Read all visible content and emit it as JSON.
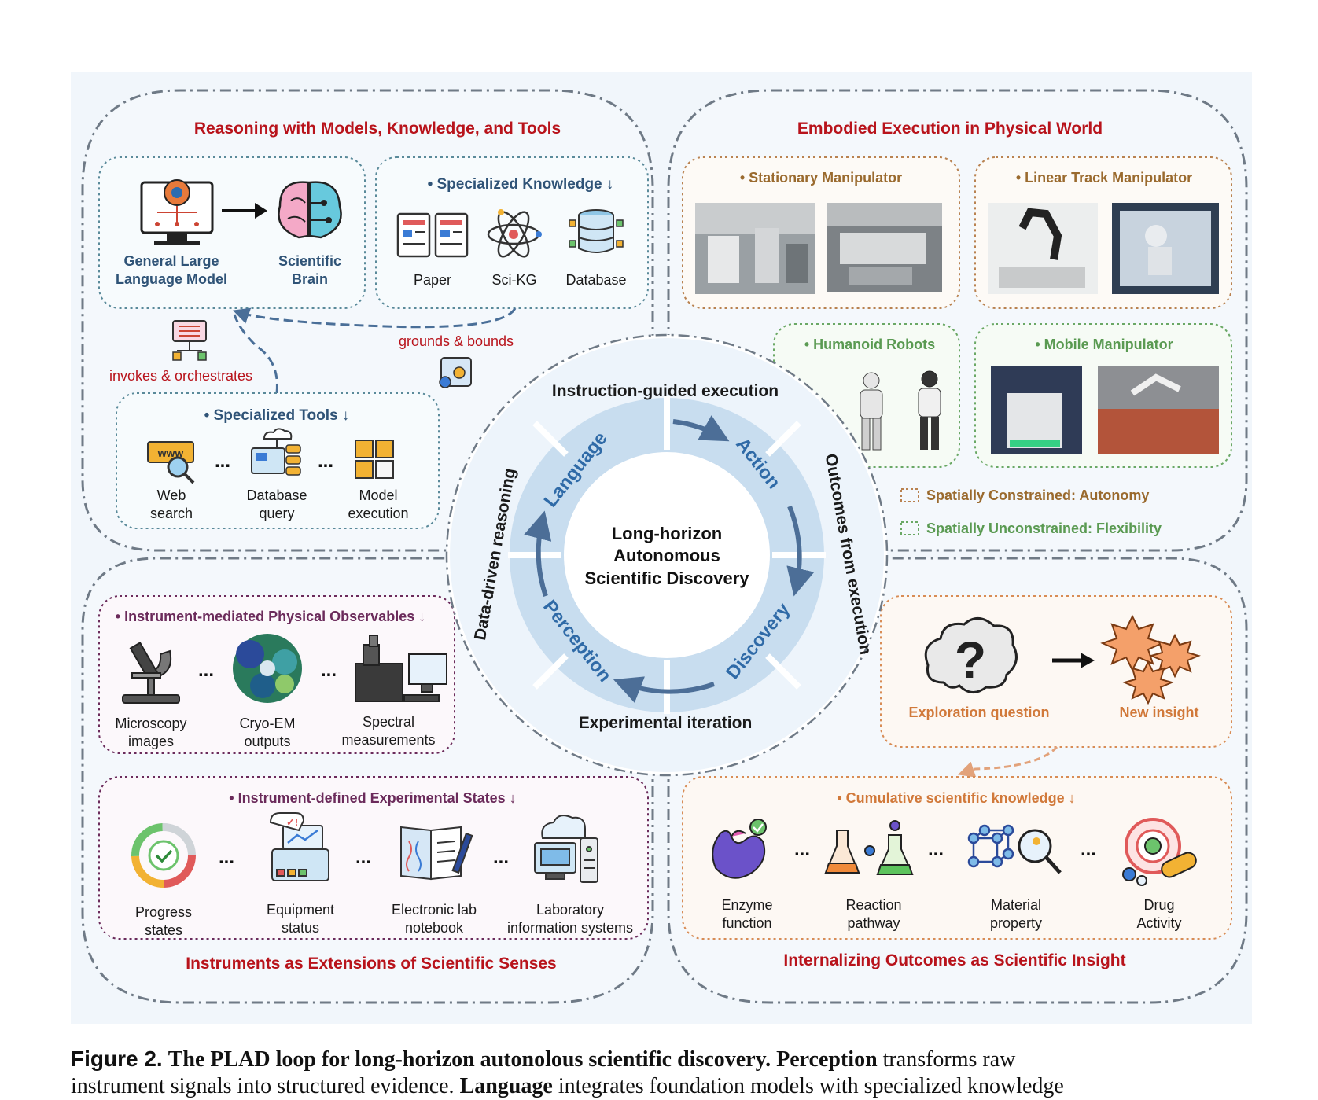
{
  "quadrants": {
    "tl_title": "Reasoning with Models, Knowledge, and Tools",
    "tr_title": "Embodied Execution in Physical World",
    "bl_title": "Instruments as Extensions of Scientific Senses",
    "br_title": "Internalizing Outcomes as Scientific Insight"
  },
  "reasoning": {
    "llm_label_1": "General Large",
    "llm_label_2": "Language Model",
    "brain_label_1": "Scientific",
    "brain_label_2": "Brain",
    "knowledge_title": "• Specialized Knowledge ↓",
    "knowledge_items": [
      "Paper",
      "Sci-KG",
      "Database"
    ],
    "grounds": "grounds & bounds",
    "invokes": "invokes & orchestrates",
    "tools_title": "• Specialized Tools ↓",
    "tool_web": [
      "Web",
      "search"
    ],
    "tool_db": [
      "Database",
      "query"
    ],
    "tool_model": [
      "Model",
      "execution"
    ],
    "ellipsis": "..."
  },
  "embodied": {
    "stationary": "• Stationary Manipulator",
    "linear": "• Linear Track Manipulator",
    "humanoid": "• Humanoid Robots",
    "mobile": "• Mobile Manipulator",
    "legend_constrained": "Spatially Constrained: Autonomy",
    "legend_unconstrained": "Spatially Unconstrained: Flexibility"
  },
  "instruments": {
    "observables_title": "• Instrument-mediated Physical Observables ↓",
    "obs_micro": [
      "Microscopy",
      "images"
    ],
    "obs_cryo": [
      "Cryo-EM",
      "outputs"
    ],
    "obs_spectral": [
      "Spectral",
      "measurements"
    ],
    "states_title": "• Instrument-defined Experimental States ↓",
    "state_progress": [
      "Progress",
      "states"
    ],
    "state_equipment": [
      "Equipment",
      "status"
    ],
    "state_eln": [
      "Electronic lab",
      "notebook"
    ],
    "state_lims": [
      "Laboratory",
      "information systems"
    ]
  },
  "insight": {
    "exploration": "Exploration question",
    "new_insight": "New insight",
    "cumulative_title": "• Cumulative scientific knowledge ↓",
    "k_enzyme": [
      "Enzyme",
      "function"
    ],
    "k_reaction": [
      "Reaction",
      "pathway"
    ],
    "k_material": [
      "Material",
      "property"
    ],
    "k_drug": [
      "Drug",
      "Activity"
    ]
  },
  "center": {
    "line1": "Long-horizon",
    "line2": "Autonomous",
    "line3": "Scientific Discovery",
    "inner_language": "Language",
    "inner_action": "Action",
    "inner_discovery": "Discovery",
    "inner_perception": "Perception",
    "outer_top": "Instruction-guided execution",
    "outer_right": "Outcomes from execution",
    "outer_bottom": "Experimental iteration",
    "outer_left": "Data-driven reasoning"
  },
  "caption": {
    "label": "Figure 2.",
    "title": "The PLAD loop for long-horizon autonolous scientific discovery.",
    "b1": "Perception",
    "t1": " transforms raw",
    "t2": "instrument signals into structured evidence. ",
    "b2": "Language",
    "t3": " integrates foundation models with specialized knowledge"
  },
  "colors": {
    "panel_bg": "#f1f6fb",
    "title_red": "#b8131b",
    "ring_light": "#e3eef8",
    "ring_mid": "#c5dcee",
    "brown_box": "#b98250",
    "green_box": "#6aa865",
    "purple_box": "#6b2b5b",
    "orange_box": "#d88c55"
  }
}
